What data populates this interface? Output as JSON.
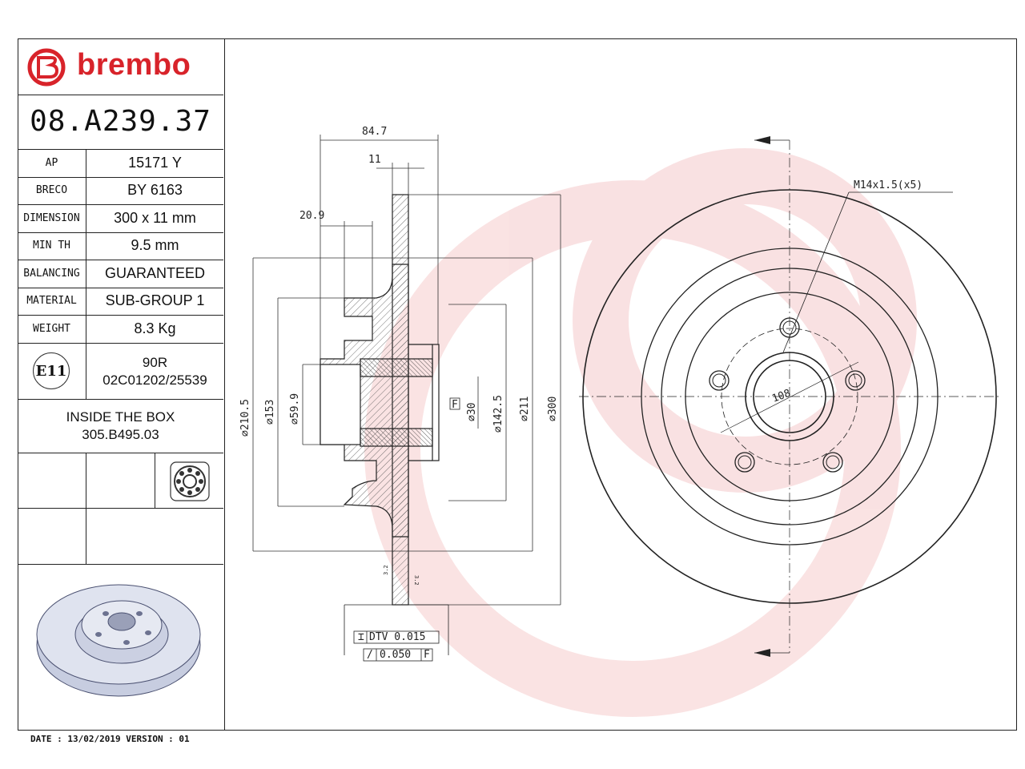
{
  "brand": {
    "name": "brembo",
    "color": "#d8232a"
  },
  "part_number": "08.A239.37",
  "specs": [
    {
      "key": "AP",
      "value": "15171 Y"
    },
    {
      "key": "BRECO",
      "value": "BY 6163"
    },
    {
      "key": "DIMENSION",
      "value": "300 x 11 mm"
    },
    {
      "key": "MIN TH",
      "value": "9.5 mm"
    },
    {
      "key": "BALANCING",
      "value": "GUARANTEED"
    },
    {
      "key": "MATERIAL",
      "value": "SUB-GROUP 1"
    },
    {
      "key": "WEIGHT",
      "value": "8.3 Kg"
    }
  ],
  "approval": {
    "mark": "E11",
    "line1": "90R",
    "line2": "02C01202/25539"
  },
  "inside_box": {
    "line1": "INSIDE THE BOX",
    "line2": "305.B495.03"
  },
  "footer": "DATE : 13/02/2019 VERSION : 01",
  "dims": {
    "overall_width": "84.7",
    "thickness": "11",
    "hub_offset": "20.9",
    "d1": "210.5",
    "d2": "153",
    "d3": "59.9",
    "d4": "30",
    "d5": "142.5",
    "d6": "211",
    "d7": "300",
    "pcd": "108",
    "thread": "M14x1.5(x5)",
    "datum": "F",
    "dtv": "DTV 0.015",
    "runout": "0.050",
    "runout_datum": "F",
    "roughness_1": "3.2",
    "roughness_2": "3.2"
  }
}
